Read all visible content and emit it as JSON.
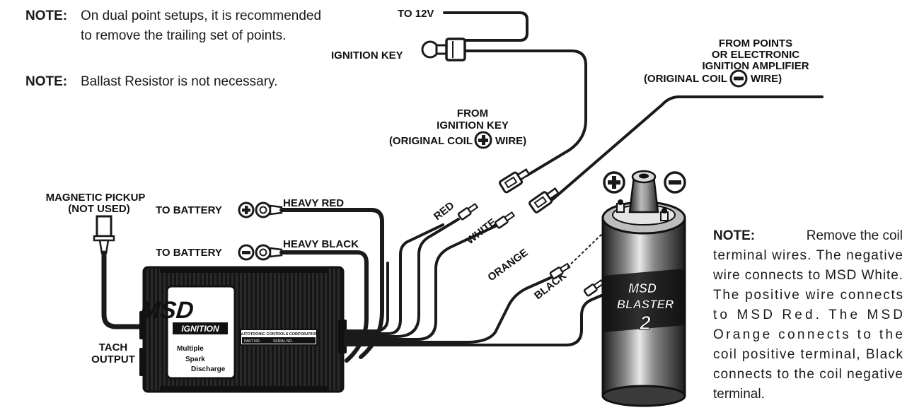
{
  "notes": {
    "dual_points": {
      "prefix": "NOTE:",
      "line1": "On dual point setups, it is recommended",
      "line2": "to remove the trailing set of points."
    },
    "ballast": {
      "prefix": "NOTE:",
      "text": "Ballast Resistor is not necessary."
    },
    "coil": {
      "prefix": "NOTE:",
      "line1": "Remove the coil",
      "line2": "terminal wires. The negative",
      "line3": "wire connects to MSD White.",
      "line4": "The positive wire connects",
      "line5": "to MSD Red. The MSD",
      "line6": "Orange connects to the",
      "line7": "coil positive terminal, Black",
      "line8": "connects to the coil negative",
      "line9": "terminal."
    }
  },
  "labels": {
    "to_12v": "TO 12V",
    "ignition_key": "IGNITION KEY",
    "from_points": {
      "line1": "FROM POINTS",
      "line2": "OR ELECTRONIC",
      "line3": "IGNITION AMPLIFIER",
      "line4_a": "(ORIGINAL COIL",
      "line4_b": "WIRE)"
    },
    "from_key": {
      "line1": "FROM",
      "line2": "IGNITION KEY",
      "line3_a": "(ORIGINAL COIL",
      "line3_b": "WIRE)"
    },
    "magnetic_pickup": {
      "line1": "MAGNETIC PICKUP",
      "line2": "(NOT USED)"
    },
    "to_battery_pos": "TO BATTERY",
    "to_battery_neg": "TO BATTERY",
    "heavy_red": "HEAVY RED",
    "heavy_black": "HEAVY BLACK",
    "tach": {
      "line1": "TACH",
      "line2": "OUTPUT"
    }
  },
  "wires": {
    "red": "RED",
    "white": "WHITE",
    "orange": "ORANGE",
    "black": "BLACK"
  },
  "box": {
    "brand1": "MSD",
    "brand2": "IGNITION",
    "sub1": "Multiple",
    "sub2": "Spark",
    "sub3": "Discharge",
    "plate_title": "AUTOTRONIC CONTROLS CORPORATION",
    "part_no": "PART NO.",
    "serial_no": "SERIAL NO."
  },
  "coil": {
    "brand1": "MSD",
    "brand2": "BLASTER",
    "brand3": "2"
  },
  "colors": {
    "ink": "#1a1a1a",
    "paper": "#ffffff",
    "box_fill": "#2a2a2a",
    "coil_dark": "#222222",
    "coil_light": "#d8d8d8"
  },
  "icons": [
    "plus-circle-icon",
    "minus-circle-icon",
    "ring-terminal-icon",
    "ignition-key-icon",
    "spade-connector-icon"
  ]
}
